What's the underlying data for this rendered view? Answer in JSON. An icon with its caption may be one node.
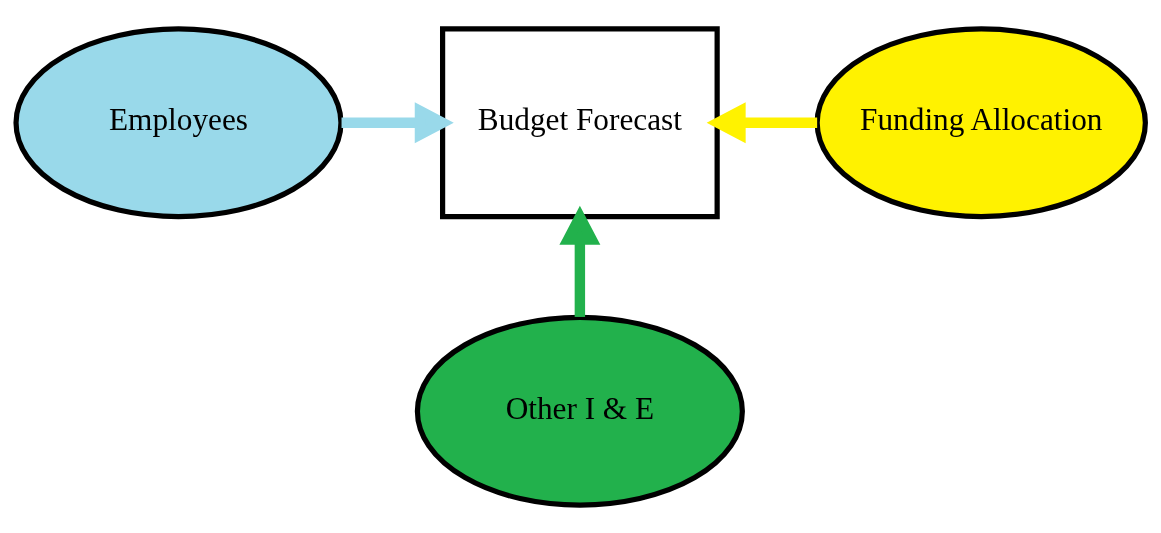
{
  "diagram": {
    "nodes": [
      {
        "text": [
          "Employees"
        ]
      },
      {
        "text": [
          "Budget Forecast"
        ]
      },
      {
        "text": [
          "Funding Allocation"
        ]
      },
      {
        "text": [
          "Other I & E"
        ]
      }
    ],
    "edges": [
      {
        "from": 0,
        "to": 1,
        "arrow": "to",
        "color": "#99d9ea"
      },
      {
        "from": 2,
        "to": 1,
        "arrow": "to",
        "color": "#fff200"
      },
      {
        "from": 3,
        "to": 1,
        "arrow": "to",
        "color": "#22b14c"
      }
    ]
  }
}
